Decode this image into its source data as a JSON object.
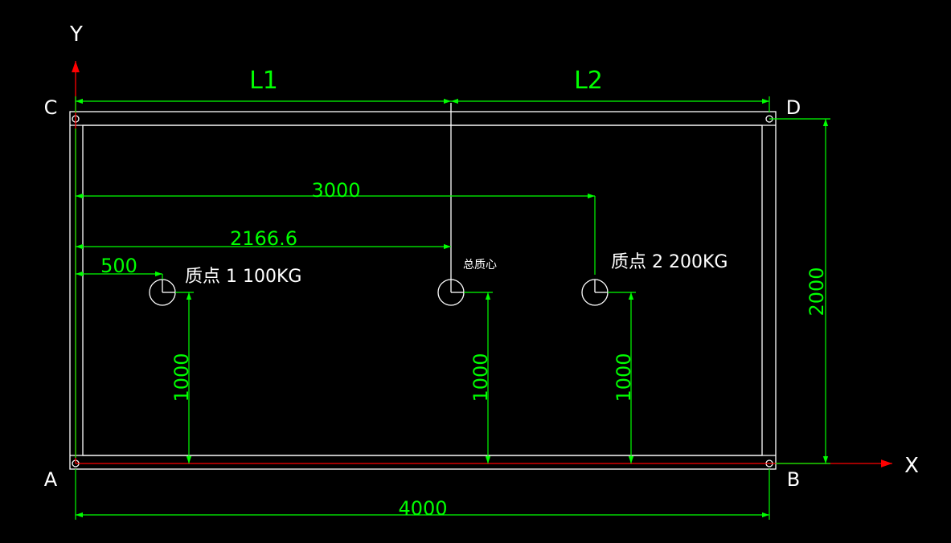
{
  "colors": {
    "background": "#000000",
    "frame": "#ffffff",
    "dimension": "#00ff00",
    "axis": "#ff0000"
  },
  "axes": {
    "y_label": "Y",
    "x_label": "X"
  },
  "corners": {
    "a": "A",
    "b": "B",
    "c": "C",
    "d": "D"
  },
  "labels": {
    "l1": "L1",
    "l2": "L2",
    "mass_point_1": "质点 1 100KG",
    "mass_point_2": "质点 2 200KG",
    "center_of_mass": "总质心"
  },
  "dimensions": {
    "total_length": "4000",
    "total_height": "2000",
    "dist_point_2": "3000",
    "dist_center": "2166.6",
    "dist_point_1": "500",
    "height_point_1": "1000",
    "height_center": "1000",
    "height_point_2": "1000"
  }
}
